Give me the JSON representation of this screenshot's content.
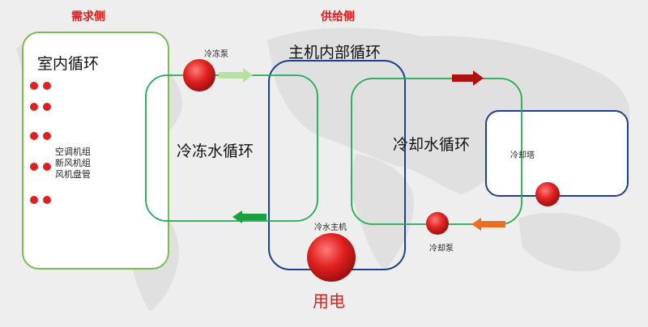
{
  "header": {
    "demand_side": "需求侧",
    "supply_side": "供给侧"
  },
  "indoor": {
    "title": "室内循环",
    "units": [
      "空调机组",
      "新风机组",
      "风机盘管"
    ]
  },
  "chilled_loop": {
    "label": "冷冻水循环",
    "pump_label": "冷冻泵"
  },
  "main_unit": {
    "title": "主机内部循环",
    "chiller_label": "冷水主机",
    "power_label": "用电"
  },
  "cooling_loop": {
    "label": "冷却水循环",
    "pump_label": "冷却泵"
  },
  "tower": {
    "label": "冷却塔"
  },
  "colors": {
    "indoor_border": "#7bbb55",
    "loop_green": "#22aa55",
    "main_blue": "#1f3f8f",
    "pump_red": "#dd2020",
    "arrow_dark_red": "#b01010",
    "arrow_orange": "#e87020",
    "arrow_light_green": "#b8e0a0",
    "arrow_green": "#1aa040"
  },
  "icons": [
    "indoor-unit-dot",
    "pump-ball",
    "flow-arrow",
    "world-map-background"
  ]
}
